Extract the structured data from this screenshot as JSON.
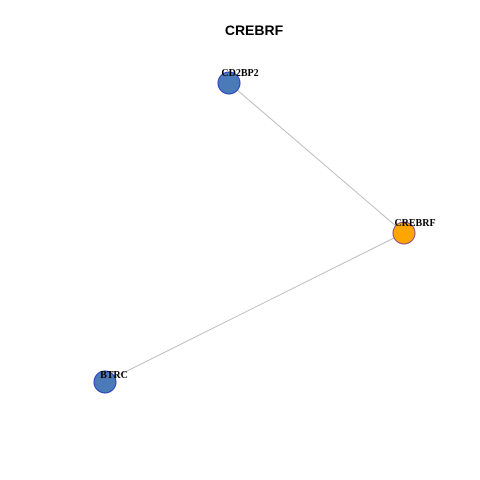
{
  "title": "CREBRF",
  "colors": {
    "center_fill": "#ffa500",
    "center_stroke": "#8b4a8b",
    "neighbor_fill": "#4a7ab8",
    "neighbor_stroke": "#2b3fbf",
    "edge": "#bdbdbd"
  },
  "graph": {
    "nodes": [
      {
        "id": "CREBRF",
        "label": "CREBRF",
        "role": "center"
      },
      {
        "id": "CD2BP2",
        "label": "CD2BP2",
        "role": "neighbor"
      },
      {
        "id": "BTRC",
        "label": "BTRC",
        "role": "neighbor"
      }
    ],
    "edges": [
      {
        "source": "CD2BP2",
        "target": "CREBRF"
      },
      {
        "source": "BTRC",
        "target": "CREBRF"
      }
    ]
  }
}
